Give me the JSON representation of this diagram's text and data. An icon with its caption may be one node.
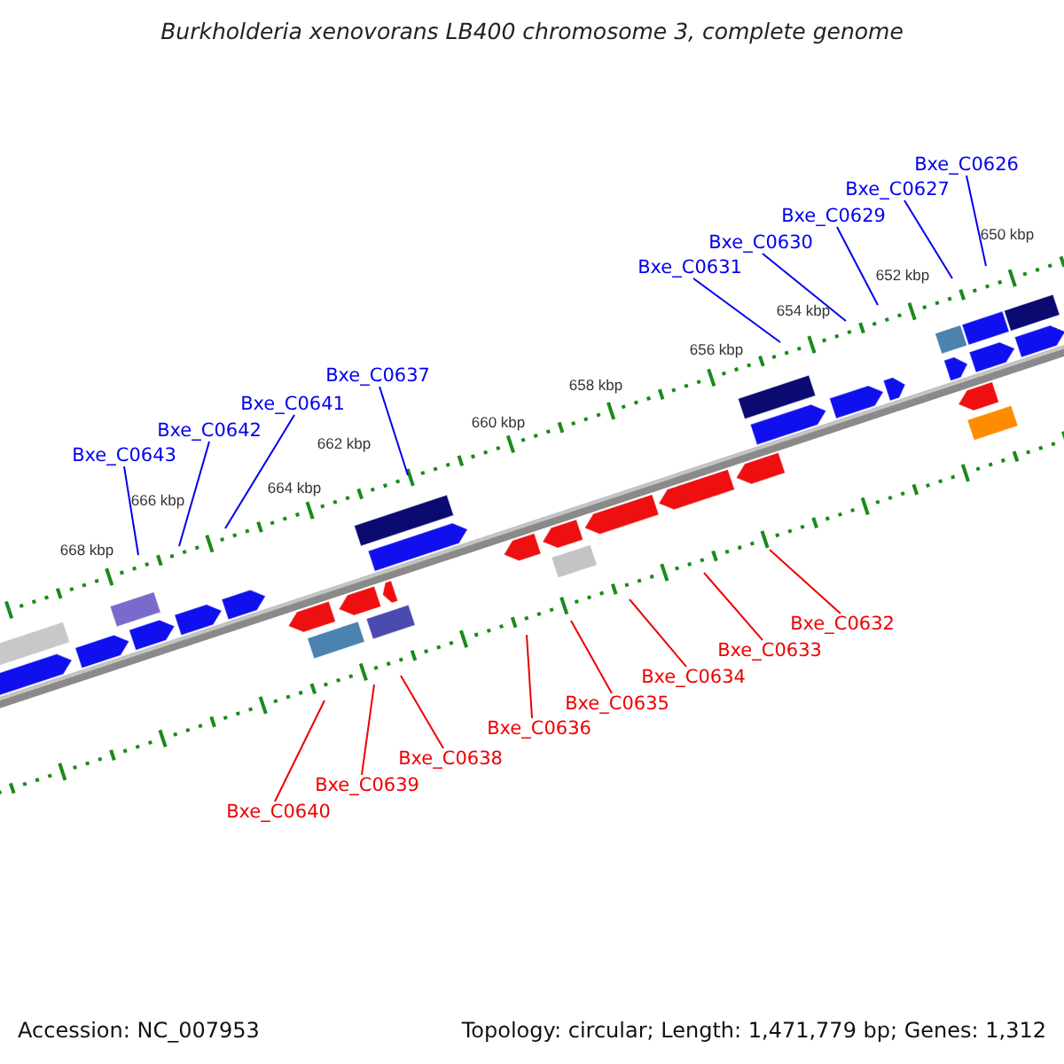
{
  "diagram": {
    "title": "Burkholderia xenovorans LB400 chromosome 3, complete genome",
    "nodes": [
      {
        "text": [
          "Bxe_C0626"
        ]
      },
      {
        "text": [
          "Bxe_C0627"
        ]
      },
      {
        "text": [
          "Bxe_C0629"
        ]
      },
      {
        "text": [
          "Bxe_C0630"
        ]
      },
      {
        "text": [
          "Bxe_C0631"
        ]
      },
      {
        "text": [
          "Bxe_C0637"
        ]
      },
      {
        "text": [
          "Bxe_C0641"
        ]
      },
      {
        "text": [
          "Bxe_C0642"
        ]
      },
      {
        "text": [
          "Bxe_C0643"
        ]
      },
      {
        "text": [
          "Bxe_C0632"
        ]
      },
      {
        "text": [
          "Bxe_C0633"
        ]
      },
      {
        "text": [
          "Bxe_C0634"
        ]
      },
      {
        "text": [
          "Bxe_C0635"
        ]
      },
      {
        "text": [
          "Bxe_C0636"
        ]
      },
      {
        "text": [
          "Bxe_C0638"
        ]
      },
      {
        "text": [
          "Bxe_C0639"
        ]
      },
      {
        "text": [
          "Bxe_C0640"
        ]
      }
    ],
    "edges": [
      {
        "from": 0,
        "to": null,
        "arrow": "none"
      },
      {
        "from": 1,
        "to": null,
        "arrow": "none"
      },
      {
        "from": 2,
        "to": null,
        "arrow": "none"
      },
      {
        "from": 3,
        "to": null,
        "arrow": "none"
      },
      {
        "from": 4,
        "to": null,
        "arrow": "none"
      },
      {
        "from": 5,
        "to": null,
        "arrow": "none"
      },
      {
        "from": 6,
        "to": null,
        "arrow": "none"
      },
      {
        "from": 7,
        "to": null,
        "arrow": "none"
      },
      {
        "from": 8,
        "to": null,
        "arrow": "none"
      },
      {
        "from": 9,
        "to": null,
        "arrow": "none",
        "color": "#ee0000"
      },
      {
        "from": 10,
        "to": null,
        "arrow": "none",
        "color": "#ee0000"
      },
      {
        "from": 11,
        "to": null,
        "arrow": "none",
        "color": "#ee0000"
      },
      {
        "from": 12,
        "to": null,
        "arrow": "none",
        "color": "#ee0000"
      },
      {
        "from": 13,
        "to": null,
        "arrow": "none",
        "color": "#ee0000"
      },
      {
        "from": 14,
        "to": null,
        "arrow": "none",
        "color": "#ee0000"
      },
      {
        "from": 15,
        "to": null,
        "arrow": "none",
        "color": "#ee0000"
      },
      {
        "from": 16,
        "to": null,
        "arrow": "none",
        "color": "#ee0000"
      }
    ],
    "labels": [
      "650 kbp",
      "652 kbp",
      "654 kbp",
      "656 kbp",
      "658 kbp",
      "660 kbp",
      "662 kbp",
      "664 kbp",
      "666 kbp",
      "668 kbp",
      "Accession: NC_007953",
      "Topology: circular; Length: 1,471,779 bp; Genes: 1,312"
    ]
  }
}
